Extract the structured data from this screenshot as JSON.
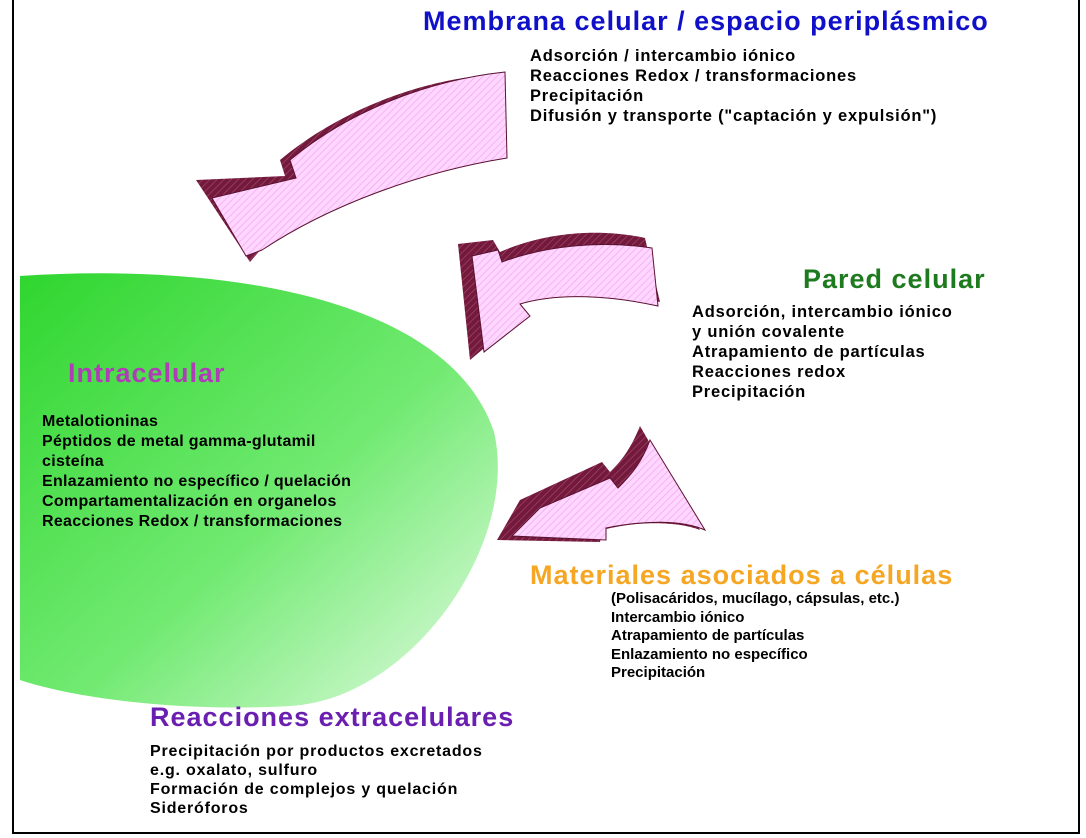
{
  "sections": {
    "membrana": {
      "title": "Membrana celular / espacio periplásmico",
      "items": [
        "Adsorción / intercambio iónico",
        "Reacciones Redox / transformaciones",
        "Precipitación",
        "Difusión y transporte (\"captación y expulsión\")"
      ]
    },
    "pared": {
      "title": "Pared celular",
      "items": [
        "Adsorción, intercambio iónico",
        "y unión covalente",
        "Atrapamiento de partículas",
        "Reacciones redox",
        "Precipitación"
      ]
    },
    "intracelular": {
      "title": "Intracelular",
      "items": [
        "Metalotioninas",
        "Péptidos de metal gamma-glutamil",
        "cisteína",
        "Enlazamiento no específico / quelación",
        "Compartamentalización en organelos",
        "Reacciones Redox / transformaciones"
      ]
    },
    "materiales": {
      "title": "Materiales asociados a células",
      "items": [
        "(Polisacáridos, mucílago, cápsulas, etc.)",
        "Intercambio iónico",
        "Atrapamiento de partículas",
        "Enlazamiento no específico",
        "Precipitación"
      ]
    },
    "extracelulares": {
      "title": "Reacciones extracelulares",
      "items": [
        "Precipitación por productos excretados",
        "e.g. oxalato, sulfuro",
        "Formación de complejos y quelación",
        "Sideróforos"
      ]
    }
  },
  "colors": {
    "membrana_title": "#1010c8",
    "pared_title": "#1e7a1e",
    "intracelular_title": "#b03cb8",
    "materiales_title": "#f5a623",
    "extracelulares_title": "#6a1fb0",
    "cell_fill": "#4ce24c",
    "arrow_front": "#ffd2ff",
    "arrow_side": "#6e1636"
  }
}
